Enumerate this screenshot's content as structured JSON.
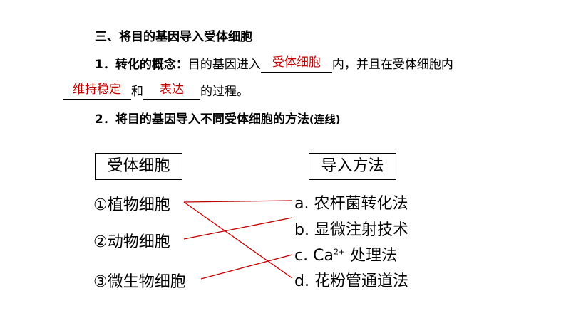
{
  "section_heading": "三、将目的基因导入受体细胞",
  "q1": {
    "prefix": "1．转化的概念：",
    "text_a": "目的基因进入",
    "blank1": "受体细胞",
    "text_b": "内，并且在受体细胞内",
    "blank2": "维持稳定",
    "text_c": "和",
    "blank3": "表达",
    "text_d": "的过程。"
  },
  "q2": {
    "text": "2．将目的基因导入不同受体细胞的方法",
    "suffix": "(连线)"
  },
  "left_header": "受体细胞",
  "right_header": "导入方法",
  "left_items": [
    "①植物细胞",
    "②动物细胞",
    "③微生物细胞"
  ],
  "right_items": [
    {
      "label": "a. 农杆菌转化法"
    },
    {
      "label": "b. 显微注射技术"
    },
    {
      "base": "c. Ca",
      "sup": "2+",
      "rest": " 处理法"
    },
    {
      "label": "d. 花粉管通道法"
    }
  ],
  "connections": [
    {
      "from": "①植物细胞",
      "to": "a. 农杆菌转化法"
    },
    {
      "from": "①植物细胞",
      "to": "d. 花粉管通道法"
    },
    {
      "from": "②动物细胞",
      "to": "b. 显微注射技术"
    },
    {
      "from": "③微生物细胞",
      "to": "c. Ca2+ 处理法"
    }
  ],
  "colors": {
    "answer": "#c00000",
    "link": "#c00000"
  }
}
